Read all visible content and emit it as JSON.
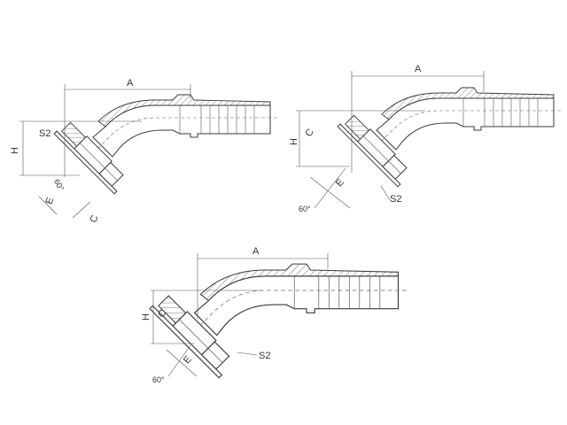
{
  "figures": [
    {
      "name": "fitting-45-top-left",
      "labels": {
        "A": "A",
        "H": "H",
        "S2": "S2",
        "angle": "60°",
        "E": "E",
        "C": "C"
      }
    },
    {
      "name": "fitting-45-top-right",
      "labels": {
        "A": "A",
        "H": "H",
        "S2": "S2",
        "angle": "60°",
        "E": "E",
        "C": "C"
      }
    },
    {
      "name": "fitting-45-bottom",
      "labels": {
        "A": "A",
        "H": "H",
        "S2": "S2",
        "angle": "60°",
        "E": "E",
        "C": "C"
      }
    }
  ]
}
